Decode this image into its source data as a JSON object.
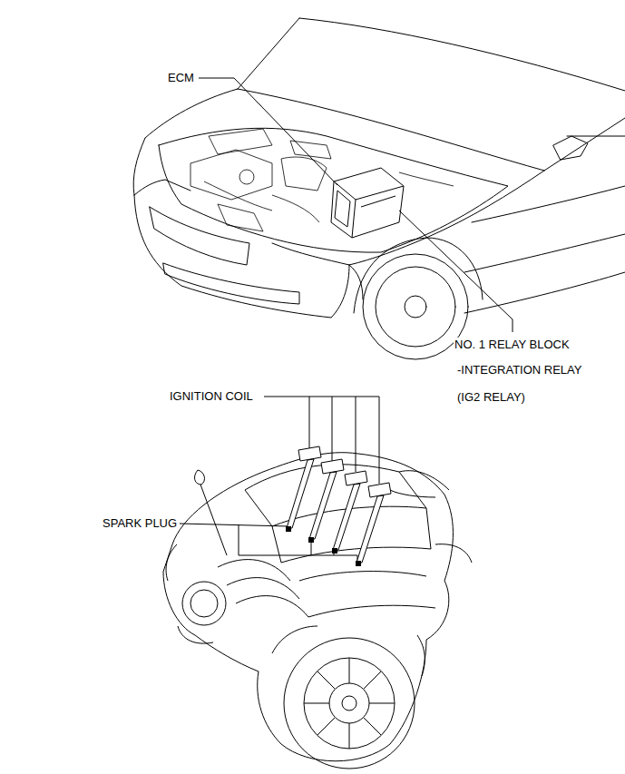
{
  "diagram": {
    "labels": [
      "ECM",
      "NO. 1 RELAY BLOCK",
      "-INTEGRATION RELAY",
      "(IG2 RELAY)",
      "IGNITION COIL",
      "SPARK PLUG"
    ]
  }
}
